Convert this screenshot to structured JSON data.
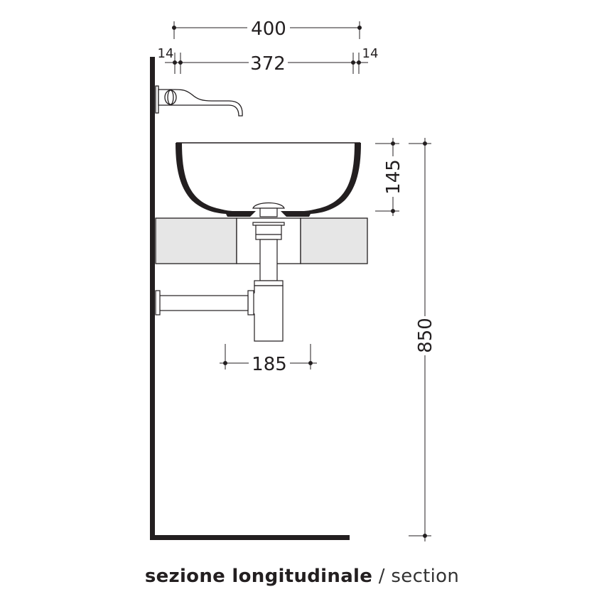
{
  "drawing": {
    "title_italian": "sezione longitudinale",
    "separator": "/",
    "title_english": "section",
    "dimensions": {
      "overall_width": "400",
      "inner_width": "372",
      "wall_left": "14",
      "wall_right": "14",
      "basin_height": "145",
      "trap_offset": "185",
      "total_height": "850"
    },
    "colors": {
      "line": "#231f20",
      "counter_fill": "#e6e6e6",
      "background": "#ffffff"
    },
    "components": [
      "wall",
      "floor",
      "wall-mounted-faucet",
      "vessel-basin",
      "countertop",
      "pop-up-drain",
      "bottle-trap",
      "waste-pipe"
    ]
  }
}
